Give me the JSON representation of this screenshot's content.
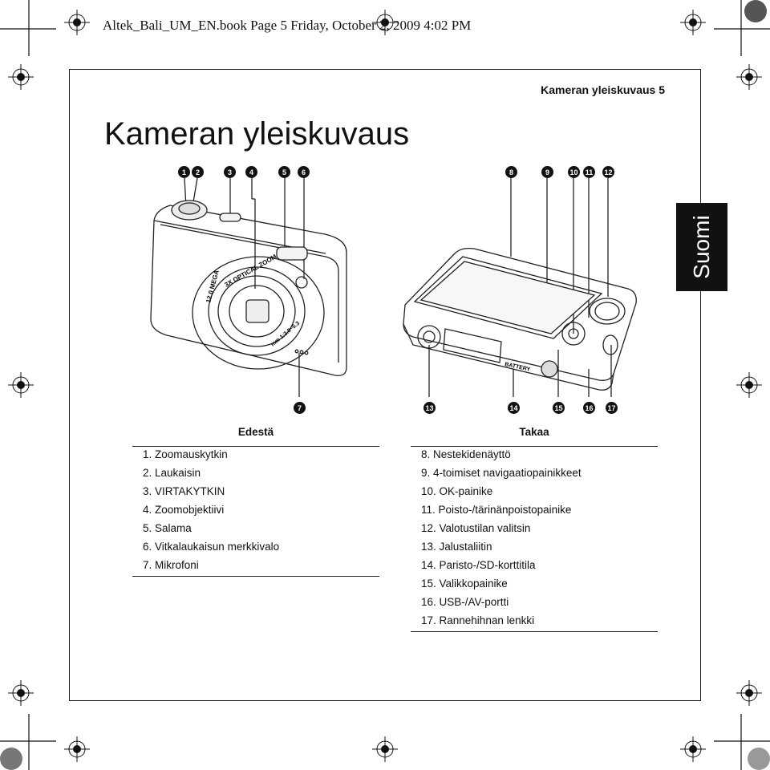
{
  "slug": "Altek_Bali_UM_EN.book  Page 5  Friday, October 2, 2009  4:02 PM",
  "running_header": "Kameran yleiskuvaus  5",
  "title": "Kameran yleiskuvaus",
  "side_tab": "Suomi",
  "callouts_top": [
    "1",
    "2",
    "3",
    "4",
    "5",
    "6",
    "8",
    "9",
    "10",
    "11",
    "12"
  ],
  "callouts_bottom": [
    "7",
    "13",
    "14",
    "15",
    "16",
    "17"
  ],
  "camera_front": {
    "zoom_text": "3X OPTICAL ZOOM",
    "mega_text": "12.0 MEGA",
    "lens_text": "mm 1:2.8~5.3"
  },
  "camera_back": {
    "battery_text": "BATTERY"
  },
  "front_list": {
    "heading": "Edestä",
    "items": [
      "1. Zoomauskytkin",
      "2. Laukaisin",
      "3. VIRTAKYTKIN",
      "4. Zoomobjektiivi",
      "5. Salama",
      "6. Vitkalaukaisun merkkivalo",
      "7. Mikrofoni"
    ]
  },
  "back_list": {
    "heading": "Takaa",
    "items": [
      "8. Nestekidenäyttö",
      "9. 4-toimiset navigaatiopainikkeet",
      "10. OK-painike",
      "11. Poisto-/tärinänpoistopainike",
      "12. Valotustilan valitsin",
      "13. Jalustaliitin",
      "14. Paristo-/SD-korttitila",
      "15. Valikkopainike",
      "16. USB-/AV-portti",
      "17. Rannehihnan lenkki"
    ]
  }
}
